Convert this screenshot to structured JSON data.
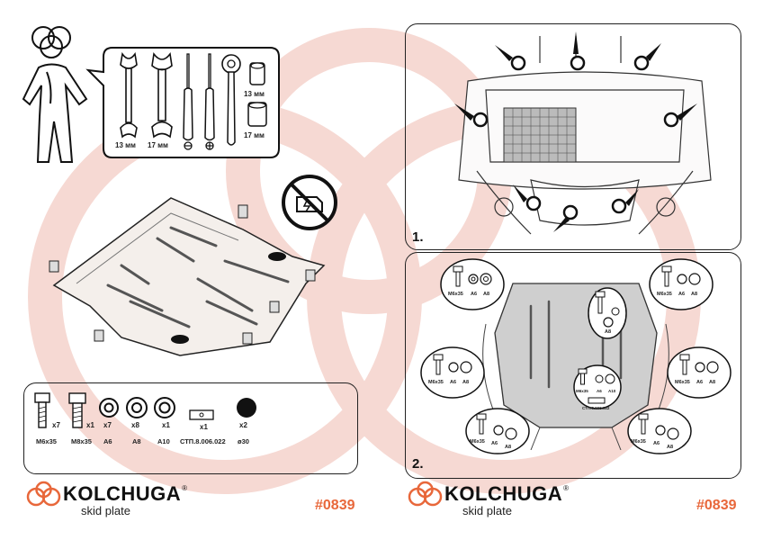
{
  "brand": {
    "name": "KOLCHUGA",
    "registered": "®",
    "subtitle": "skid plate",
    "accent": "#e8673a"
  },
  "product_code": "#0839",
  "steps": [
    "1.",
    "2."
  ],
  "tools": {
    "wrench_1": "13 мм",
    "wrench_2": "17 мм",
    "socket_1": "13 мм",
    "socket_2": "17 мм"
  },
  "parts": [
    {
      "label": "M6x35",
      "qty": "x7"
    },
    {
      "label": "M8x35",
      "qty": "x1"
    },
    {
      "label": "A6",
      "qty": "x7"
    },
    {
      "label": "A8",
      "qty": "x8"
    },
    {
      "label": "A10",
      "qty": "x1"
    },
    {
      "label": "СТП.8.006.022",
      "qty": "x1"
    },
    {
      "label": "ø30",
      "qty": "x2"
    }
  ],
  "callout": {
    "bolt": "M6x35",
    "w1": "A6",
    "w2": "A8"
  },
  "center_callout": {
    "bolt": "M6x35",
    "w1": "A6",
    "w2": "A10",
    "part": "СТП.8.006.022"
  },
  "small_callout": {
    "w": "A8"
  }
}
